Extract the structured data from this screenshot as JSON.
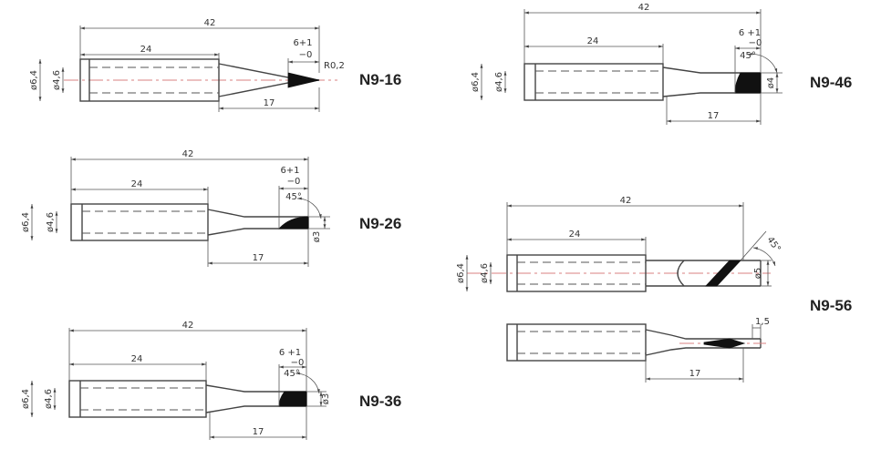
{
  "tips": [
    {
      "label": "N9-16",
      "overall": "42",
      "shank": "24",
      "tip_length": "17",
      "outer_dia": "ø6,4",
      "inner_dia": "ø4,6",
      "tol_a": "6+1",
      "tol_b": "−0",
      "tip_note": "R0,2"
    },
    {
      "label": "N9-26",
      "overall": "42",
      "shank": "24",
      "tip_length": "17",
      "outer_dia": "ø6,4",
      "inner_dia": "ø4,6",
      "tol_a": "6+1",
      "tol_b": "−0",
      "angle": "45°",
      "tip_note": "ø3"
    },
    {
      "label": "N9-36",
      "overall": "42",
      "shank": "24",
      "tip_length": "17",
      "outer_dia": "ø6,4",
      "inner_dia": "ø4,6",
      "tol_a": "6 +1",
      "tol_b": "−0",
      "angle": "45°",
      "tip_note": "ø3"
    },
    {
      "label": "N9-46",
      "overall": "42",
      "shank": "24",
      "tip_length": "17",
      "outer_dia": "ø6,4",
      "inner_dia": "ø4,6",
      "tol_a": "6 +1",
      "tol_b": "−0",
      "angle": "45°",
      "tip_note": "ø4"
    },
    {
      "label": "N9-56",
      "overall": "42",
      "shank": "24",
      "tip_length": "17",
      "outer_dia": "ø6,4",
      "inner_dia": "ø4,6",
      "angle": "45°",
      "tip_note": "ø5",
      "blade_width": "1,5"
    }
  ]
}
